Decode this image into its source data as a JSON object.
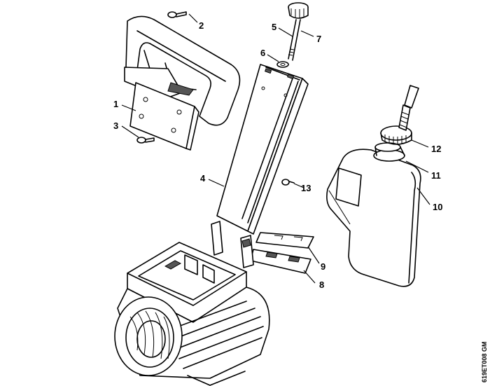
{
  "callouts": [
    {
      "id": "1",
      "text": "1"
    },
    {
      "id": "2",
      "text": "2"
    },
    {
      "id": "3",
      "text": "3"
    },
    {
      "id": "4",
      "text": "4"
    },
    {
      "id": "5",
      "text": "5"
    },
    {
      "id": "6",
      "text": "6"
    },
    {
      "id": "7",
      "text": "7"
    },
    {
      "id": "8",
      "text": "8"
    },
    {
      "id": "9",
      "text": "9"
    },
    {
      "id": "10",
      "text": "10"
    },
    {
      "id": "11",
      "text": "11"
    },
    {
      "id": "12",
      "text": "12"
    },
    {
      "id": "13",
      "text": "13"
    }
  ],
  "drawing_code": "619ET008 GM"
}
